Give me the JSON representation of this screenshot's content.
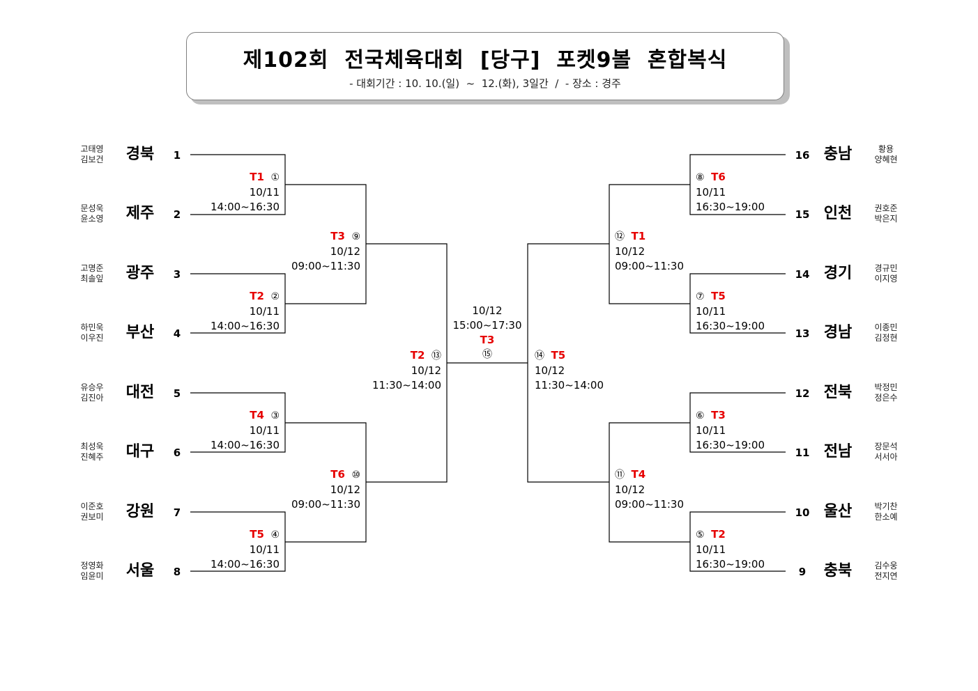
{
  "header": {
    "title": "제102회  전국체육대회  [당구]  포켓9볼  혼합복식",
    "subtitle": "- 대회기간 : 10. 10.(일)  ~  12.(화), 3일간  /  - 장소 : 경주"
  },
  "left_entries": [
    {
      "seed": "1",
      "region": "경북",
      "players": [
        "고태영",
        "김보건"
      ]
    },
    {
      "seed": "2",
      "region": "제주",
      "players": [
        "문성욱",
        "윤소영"
      ]
    },
    {
      "seed": "3",
      "region": "광주",
      "players": [
        "고명준",
        "최솔잎"
      ]
    },
    {
      "seed": "4",
      "region": "부산",
      "players": [
        "하민욱",
        "이우진"
      ]
    },
    {
      "seed": "5",
      "region": "대전",
      "players": [
        "유승우",
        "김진아"
      ]
    },
    {
      "seed": "6",
      "region": "대구",
      "players": [
        "최성욱",
        "진혜주"
      ]
    },
    {
      "seed": "7",
      "region": "강원",
      "players": [
        "이준호",
        "권보미"
      ]
    },
    {
      "seed": "8",
      "region": "서울",
      "players": [
        "정영화",
        "임윤미"
      ]
    }
  ],
  "right_entries": [
    {
      "seed": "16",
      "region": "충남",
      "players": [
        "황용",
        "양혜현"
      ]
    },
    {
      "seed": "15",
      "region": "인천",
      "players": [
        "권호준",
        "박은지"
      ]
    },
    {
      "seed": "14",
      "region": "경기",
      "players": [
        "경규민",
        "이지영"
      ]
    },
    {
      "seed": "13",
      "region": "경남",
      "players": [
        "이종민",
        "김정현"
      ]
    },
    {
      "seed": "12",
      "region": "전북",
      "players": [
        "박정민",
        "정은수"
      ]
    },
    {
      "seed": "11",
      "region": "전남",
      "players": [
        "장문석",
        "서서아"
      ]
    },
    {
      "seed": "10",
      "region": "울산",
      "players": [
        "박기찬",
        "한소예"
      ]
    },
    {
      "seed": "9",
      "region": "충북",
      "players": [
        "김수웅",
        "전지연"
      ]
    }
  ],
  "matches": {
    "m1": {
      "table": "T1",
      "no": "①",
      "date": "10/11",
      "time": "14:00~16:30"
    },
    "m2": {
      "table": "T2",
      "no": "②",
      "date": "10/11",
      "time": "14:00~16:30"
    },
    "m3": {
      "table": "T4",
      "no": "③",
      "date": "10/11",
      "time": "14:00~16:30"
    },
    "m4": {
      "table": "T5",
      "no": "④",
      "date": "10/11",
      "time": "14:00~16:30"
    },
    "m5": {
      "table": "T2",
      "no": "⑤",
      "date": "10/11",
      "time": "16:30~19:00"
    },
    "m6": {
      "table": "T3",
      "no": "⑥",
      "date": "10/11",
      "time": "16:30~19:00"
    },
    "m7": {
      "table": "T5",
      "no": "⑦",
      "date": "10/11",
      "time": "16:30~19:00"
    },
    "m8": {
      "table": "T6",
      "no": "⑧",
      "date": "10/11",
      "time": "16:30~19:00"
    },
    "m9": {
      "table": "T3",
      "no": "⑨",
      "date": "10/12",
      "time": "09:00~11:30"
    },
    "m10": {
      "table": "T6",
      "no": "⑩",
      "date": "10/12",
      "time": "09:00~11:30"
    },
    "m11": {
      "table": "T4",
      "no": "⑪",
      "date": "10/12",
      "time": "09:00~11:30"
    },
    "m12": {
      "table": "T1",
      "no": "⑫",
      "date": "10/12",
      "time": "09:00~11:30"
    },
    "m13": {
      "table": "T2",
      "no": "⑬",
      "date": "10/12",
      "time": "11:30~14:00"
    },
    "m14": {
      "table": "T5",
      "no": "⑭",
      "date": "10/12",
      "time": "11:30~14:00"
    },
    "m15": {
      "table": "T3",
      "no": "⑮",
      "date": "10/12",
      "time": "15:00~17:30"
    }
  }
}
